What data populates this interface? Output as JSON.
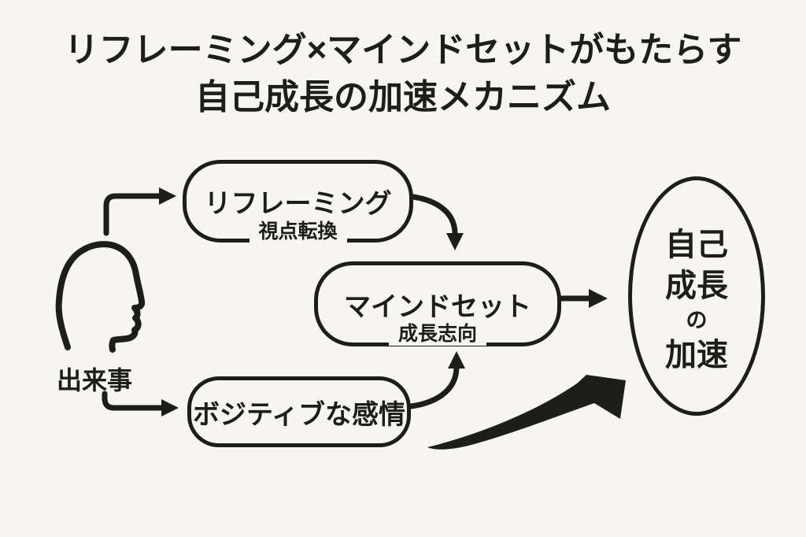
{
  "colors": {
    "background": "#f6f5f1",
    "ink": "#1d1d1b"
  },
  "title": {
    "line1": "リフレーミング×マインドセットがもたらす",
    "line2": "自己成長の加速メカニズム"
  },
  "actor": {
    "icon": "head-profile-icon",
    "label": "出来事"
  },
  "nodes": {
    "reframing": {
      "label": "リフレーミング",
      "sublabel": "視点転換"
    },
    "mindset": {
      "label": "マインドセット",
      "sublabel": "成長志向"
    },
    "positive": {
      "label": "ボジティブな感情"
    },
    "outcome": {
      "line1": "自己",
      "line2": "成長",
      "line3": "の",
      "line4": "加速"
    }
  },
  "edges": [
    {
      "from": "actor",
      "to": "reframing",
      "style": "elbow-arrow"
    },
    {
      "from": "actor",
      "to": "positive",
      "style": "elbow-arrow"
    },
    {
      "from": "reframing",
      "to": "mindset",
      "style": "curved-arrow-down"
    },
    {
      "from": "positive",
      "to": "mindset",
      "style": "curved-arrow-up"
    },
    {
      "from": "mindset",
      "to": "outcome",
      "style": "straight-arrow"
    },
    {
      "from": "positive-area",
      "to": "outcome",
      "style": "thick-swoosh-arrow"
    }
  ]
}
